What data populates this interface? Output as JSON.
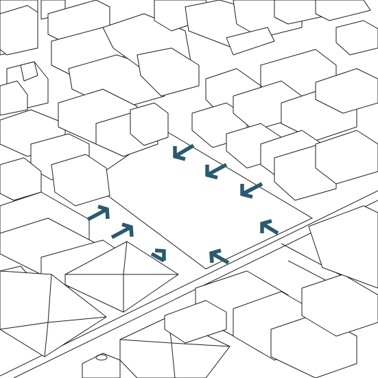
{
  "figure": {
    "arrow_color": "#2b5a6e",
    "line_color": "#1a1a1a",
    "background_color": "#ffffff",
    "style": "isometric line drawing of a city block with an open plaza",
    "arrows": [
      {
        "id": "arrow-1",
        "direction": "down-left"
      },
      {
        "id": "arrow-2",
        "direction": "down-left"
      },
      {
        "id": "arrow-3",
        "direction": "down-left"
      },
      {
        "id": "arrow-4",
        "direction": "up-right"
      },
      {
        "id": "arrow-5",
        "direction": "up-right"
      },
      {
        "id": "arrow-6",
        "direction": "up-right"
      },
      {
        "id": "arrow-7",
        "direction": "up-left"
      },
      {
        "id": "arrow-8",
        "direction": "up-left"
      }
    ]
  }
}
